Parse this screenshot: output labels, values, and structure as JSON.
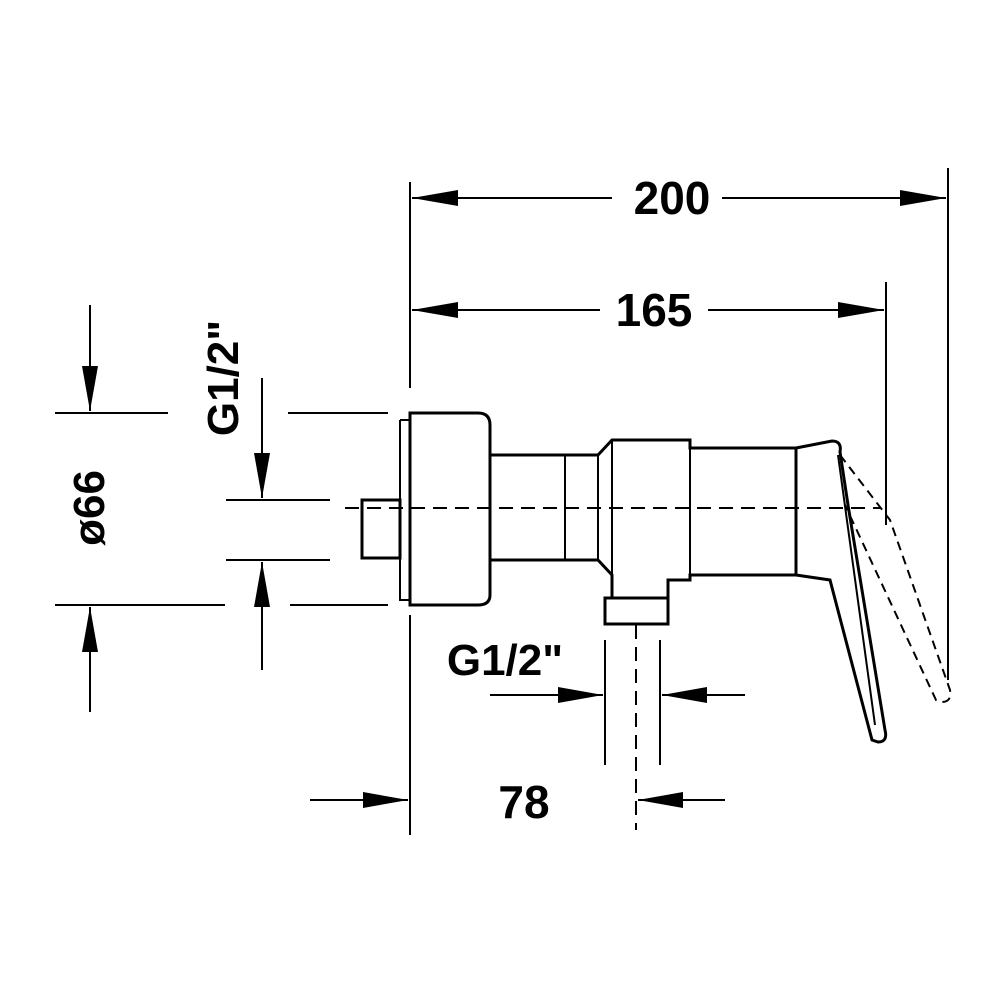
{
  "dimensions": {
    "overall_length": "200",
    "body_length": "165",
    "diameter": "ø66",
    "inlet_thread": "G1/2\"",
    "outlet_thread": "G1/2\"",
    "outlet_offset": "78"
  },
  "colors": {
    "line": "#000000",
    "background": "#ffffff"
  }
}
